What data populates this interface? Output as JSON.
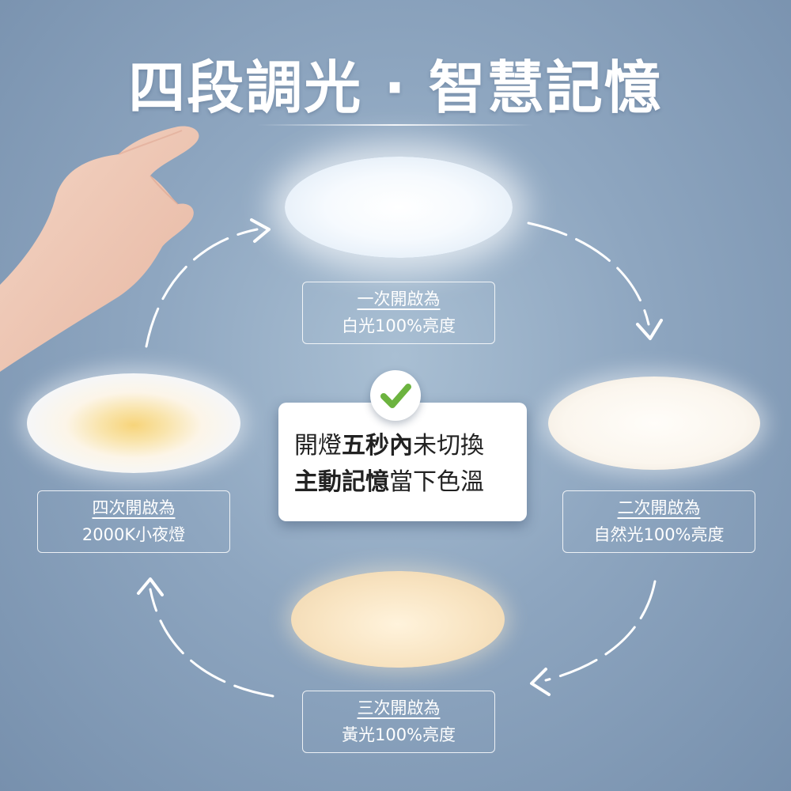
{
  "title": "四段調光 · 智慧記憶",
  "steps": [
    {
      "line1": "一次開啟為",
      "line2": "白光100%亮度"
    },
    {
      "line1": "二次開啟為",
      "line2": "自然光100%亮度"
    },
    {
      "line1": "三次開啟為",
      "line2": "黃光100%亮度"
    },
    {
      "line1": "四次開啟為",
      "line2": "2000K小夜燈"
    }
  ],
  "center": {
    "line1_a": "開燈",
    "line1_bold": "五秒內",
    "line1_b": "未切換",
    "line2_bold": "主動記憶",
    "line2_b": "當下色溫"
  },
  "colors": {
    "background": "#8ea6c0",
    "check_green": "#6cb33f",
    "text_dark": "#222222",
    "white": "#ffffff"
  },
  "icons": [
    "check-icon",
    "hand-illustration",
    "cycle-arrows"
  ]
}
